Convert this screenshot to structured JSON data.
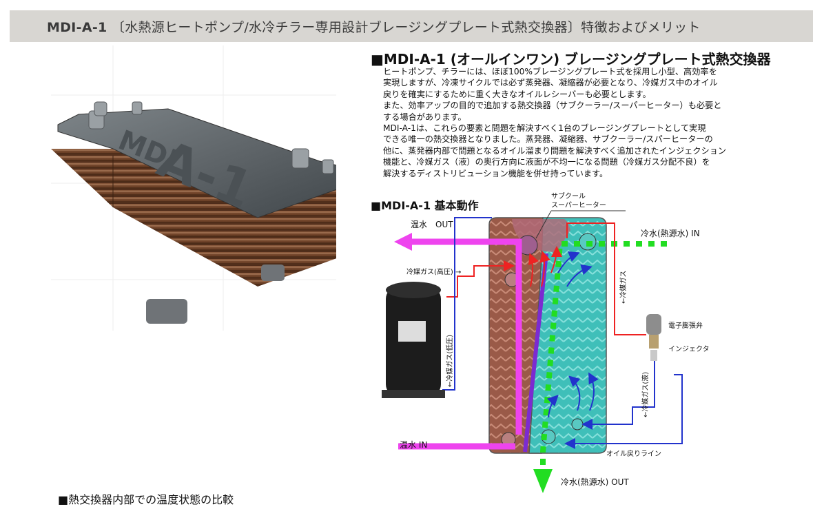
{
  "header": {
    "title_strong": "MDI-A-1",
    "title_rest": "〔水熱源ヒートポンプ/水冷チラー専用設計ブレージングプレート式熱交換器〕特徴およびメリット"
  },
  "product": {
    "logo_line1": "MDI",
    "logo_line2": "A-1"
  },
  "section": {
    "title": "■MDI-A-1 (オールインワン) ブレージングプレート式熱交換器",
    "paragraphs": [
      "ヒートポンプ、チラーには、ほぼ100%ブレージングプレート式を採用し小型、高効率を",
      "実現しますが、冷凍サイクルでは必ず蒸発器、凝縮器が必要となり、冷媒ガス中のオイル",
      "戻りを確実にするために重く大きなオイルレシーバーも必要とします。",
      "また、効率アップの目的で追加する熱交換器（サブクーラー/スーパーヒーター）も必要と",
      "する場合があります。",
      "MDI-A-1は、これらの要素と問題を解決すべく1台のブレージングプレートとして実現",
      "できる唯一の熱交換器となりました。蒸発器、凝縮器、サブクーラー/スパーヒーターの",
      "他に、蒸発器内部で問題となるオイル溜まり問題を解決すべく追加されたインジェクション",
      "機能と、冷媒ガス（液）の奥行方向に液面が不均一になる問題（冷媒ガス分配不良）を",
      "解決するディストリビューション機能を併せ持っています。"
    ]
  },
  "diagram": {
    "title": "■MDI-A-1 基本動作",
    "labels": {
      "subcool_1": "サブクール",
      "subcool_2": "スーパーヒーター",
      "hot_out": "温水　OUT",
      "cold_in": "冷水(熱源水) IN",
      "gas_high": "冷媒ガス(高圧) →",
      "gas_low": "←冷媒ガス(低圧)",
      "gas_right": "←冷媒ガス",
      "expansion_valve": "電子膨張弁",
      "injector": "インジェクタ",
      "gas_liquid": "←冷媒ガス(液)",
      "hot_in": "温水 IN",
      "oil_return": "オイル戻りライン",
      "cold_out": "冷水(熱源水) OUT"
    },
    "colors": {
      "hot_water": "#ee44ee",
      "cold_water": "#22dd22",
      "high_gas": "#ee2222",
      "low_gas": "#2233cc"
    }
  },
  "bottom": {
    "title": "■熱交換器内部での温度状態の比較"
  }
}
